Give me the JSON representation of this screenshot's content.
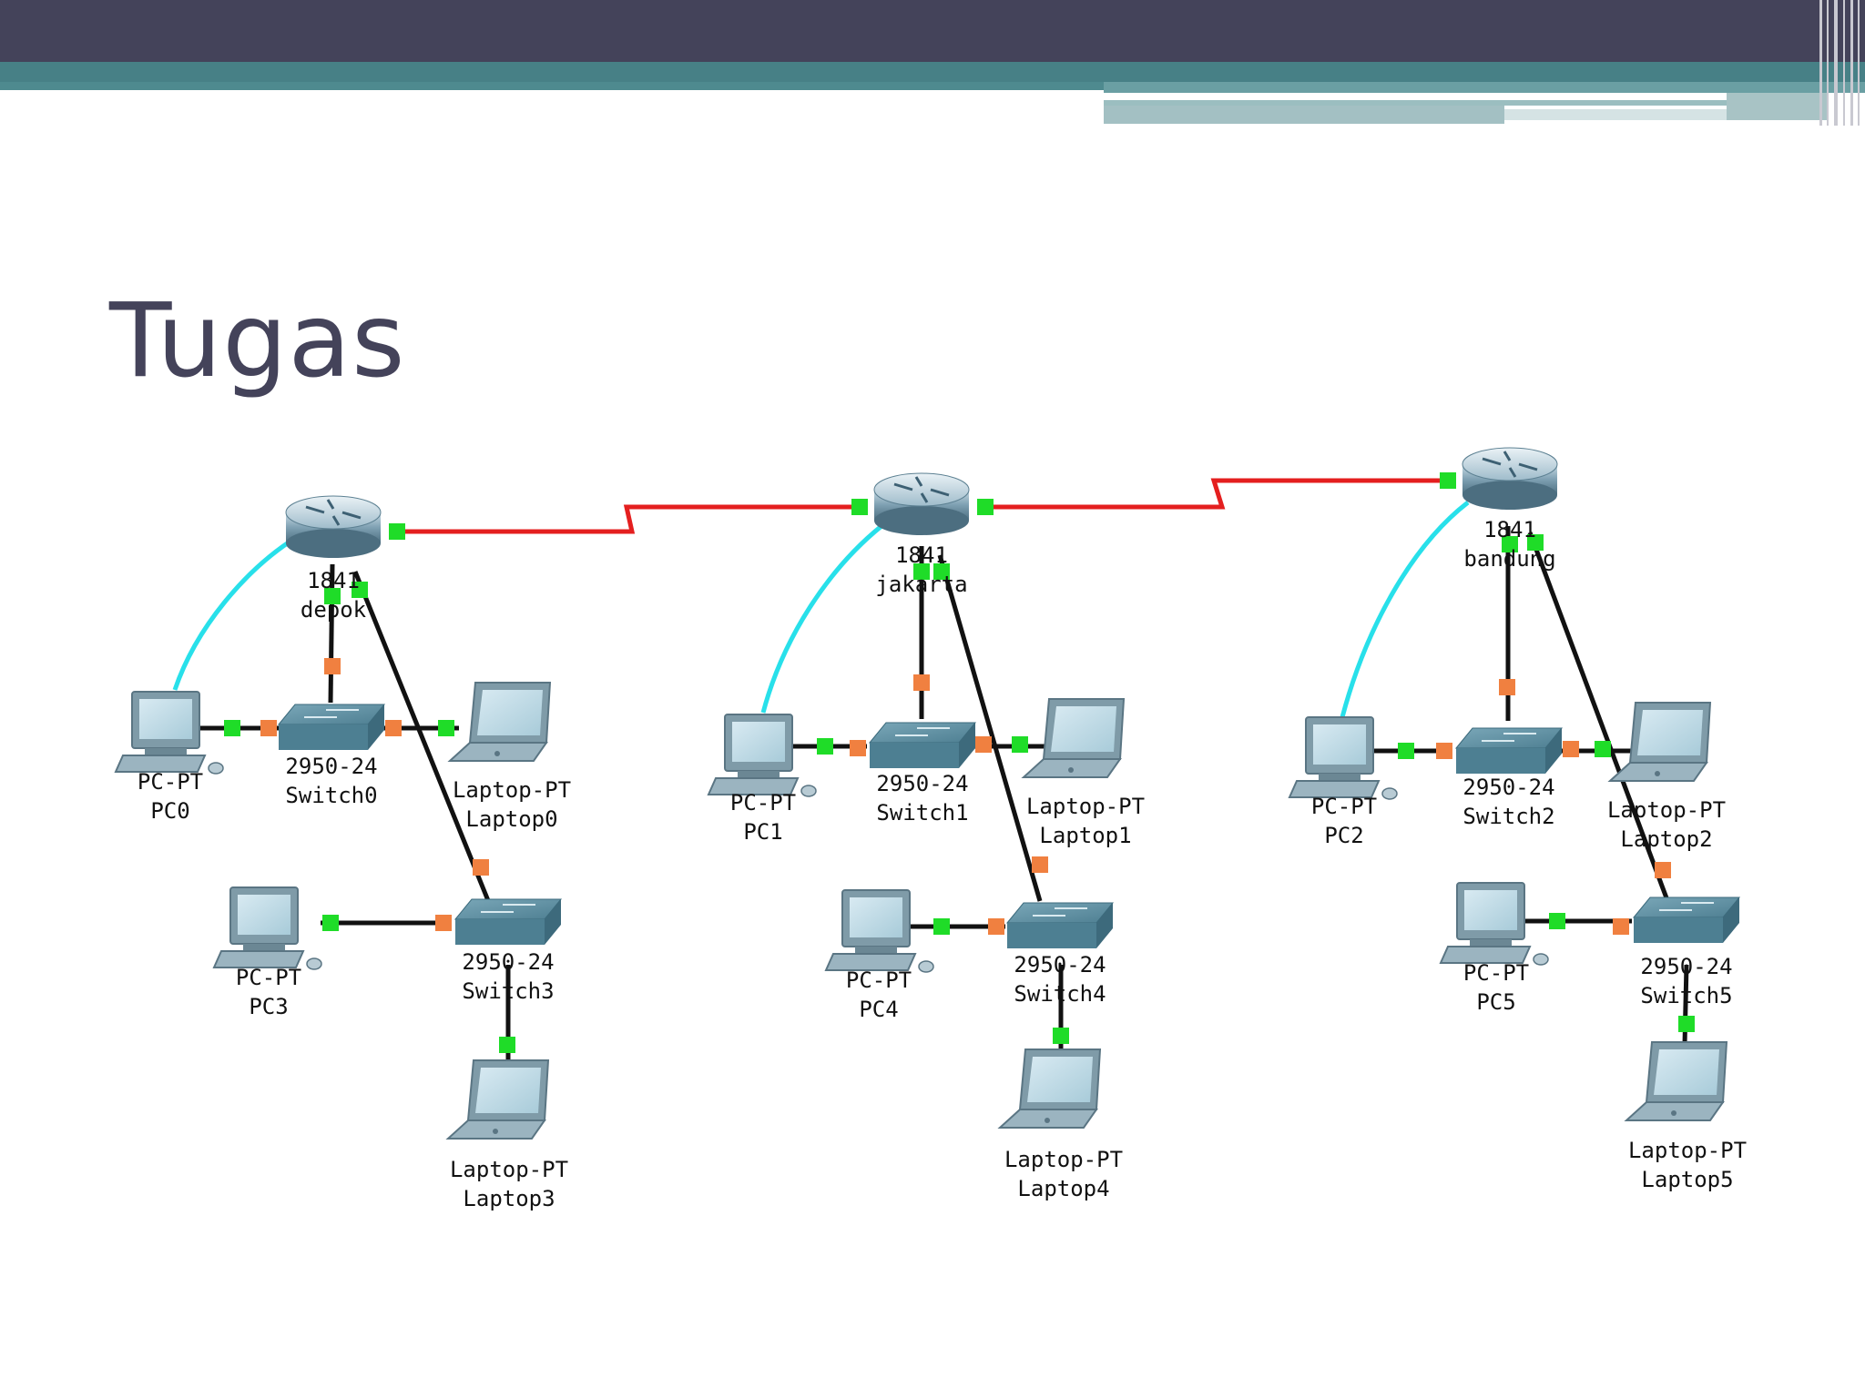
{
  "slide": {
    "title": "Tugas"
  },
  "colors": {
    "header_dark": "#44435a",
    "header_teal": "#478086",
    "serial_link": "#e41f1f",
    "console_cable": "#28e0ea",
    "ethernet_link": "#111111",
    "port_up": "#1fdc28",
    "port_amber": "#f08040"
  },
  "network": {
    "routers": [
      {
        "model": "1841",
        "name": "depok",
        "icon": "router-icon"
      },
      {
        "model": "1841",
        "name": "jakarta",
        "icon": "router-icon"
      },
      {
        "model": "1841",
        "name": "bandung",
        "icon": "router-icon"
      }
    ],
    "switches": [
      {
        "model": "2950-24",
        "name": "Switch0",
        "icon": "switch-icon"
      },
      {
        "model": "2950-24",
        "name": "Switch1",
        "icon": "switch-icon"
      },
      {
        "model": "2950-24",
        "name": "Switch2",
        "icon": "switch-icon"
      },
      {
        "model": "2950-24",
        "name": "Switch3",
        "icon": "switch-icon"
      },
      {
        "model": "2950-24",
        "name": "Switch4",
        "icon": "switch-icon"
      },
      {
        "model": "2950-24",
        "name": "Switch5",
        "icon": "switch-icon"
      }
    ],
    "pcs": [
      {
        "model": "PC-PT",
        "name": "PC0",
        "icon": "desktop-pc-icon"
      },
      {
        "model": "PC-PT",
        "name": "PC1",
        "icon": "desktop-pc-icon"
      },
      {
        "model": "PC-PT",
        "name": "PC2",
        "icon": "desktop-pc-icon"
      },
      {
        "model": "PC-PT",
        "name": "PC3",
        "icon": "desktop-pc-icon"
      },
      {
        "model": "PC-PT",
        "name": "PC4",
        "icon": "desktop-pc-icon"
      },
      {
        "model": "PC-PT",
        "name": "PC5",
        "icon": "desktop-pc-icon"
      }
    ],
    "laptops": [
      {
        "model": "Laptop-PT",
        "name": "Laptop0",
        "icon": "laptop-icon"
      },
      {
        "model": "Laptop-PT",
        "name": "Laptop1",
        "icon": "laptop-icon"
      },
      {
        "model": "Laptop-PT",
        "name": "Laptop2",
        "icon": "laptop-icon"
      },
      {
        "model": "Laptop-PT",
        "name": "Laptop3",
        "icon": "laptop-icon"
      },
      {
        "model": "Laptop-PT",
        "name": "Laptop4",
        "icon": "laptop-icon"
      },
      {
        "model": "Laptop-PT",
        "name": "Laptop5",
        "icon": "laptop-icon"
      }
    ]
  }
}
